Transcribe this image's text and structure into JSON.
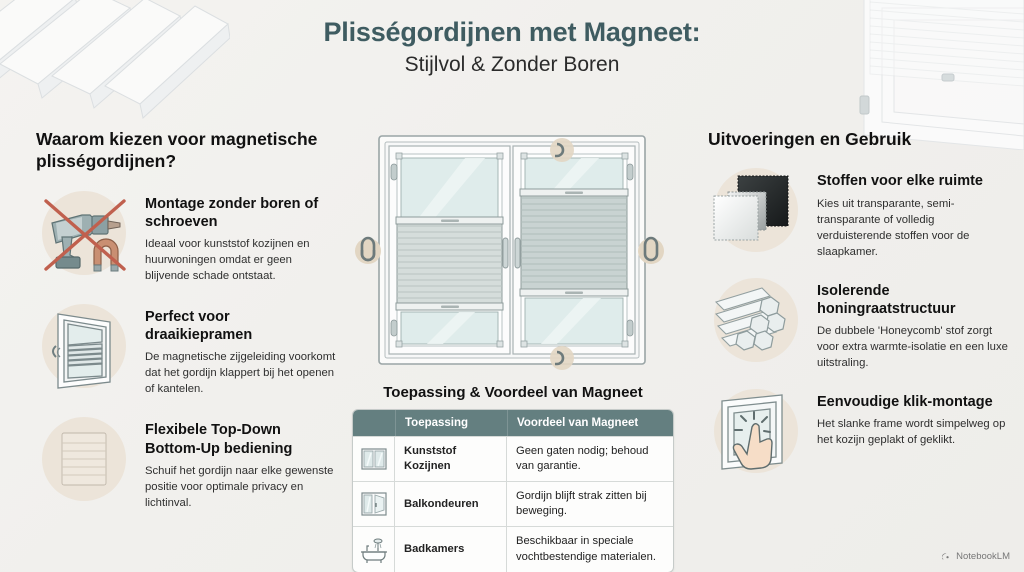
{
  "header": {
    "title": "Plisségordijnen met Magneet:",
    "subtitle": "Stijlvol & Zonder Boren",
    "title_color": "#3f5c61"
  },
  "left_column": {
    "heading": "Waarom kiezen voor magnetische plisségordijnen?",
    "features": [
      {
        "icon": "drill-no-drilling-icon",
        "title": "Montage zonder boren of schroeven",
        "body": "Ideaal voor kunststof kozijnen en huurwoningen omdat er geen blijvende schade ontstaat."
      },
      {
        "icon": "tilt-turn-window-icon",
        "title": "Perfect voor draaikiepramen",
        "body": "De magnetische zijgeleiding voorkomt dat het gordijn klappert bij het openen of kantelen."
      },
      {
        "icon": "top-down-bottom-up-icon",
        "title": "Flexibele Top-Down Bottom-Up bediening",
        "body": "Schuif het gordijn naar elke gewenste positie voor optimale privacy en lichtinval."
      }
    ]
  },
  "right_column": {
    "heading": "Uitvoeringen en Gebruik",
    "features": [
      {
        "icon": "fabric-swatches-icon",
        "title": "Stoffen voor elke ruimte",
        "body": "Kies uit transparante, semi-transparante of volledig verduisterende stoffen voor de slaapkamer."
      },
      {
        "icon": "honeycomb-structure-icon",
        "title": "Isolerende honingraatstructuur",
        "body": "De dubbele 'Honeycomb' stof zorgt voor extra warmte-isolatie en een luxe uitstraling."
      },
      {
        "icon": "click-mount-hand-icon",
        "title": "Eenvoudige klik-montage",
        "body": "Het slanke frame wordt simpelweg op het kozijn geplakt of geklikt."
      }
    ]
  },
  "center": {
    "illustration_name": "double-window-with-pleated-blinds",
    "magnet_badges": [
      "magnet-icon-left",
      "magnet-icon-right",
      "magnet-icon-top",
      "magnet-icon-bottom"
    ]
  },
  "table": {
    "title": "Toepassing & Voordeel van Magneet",
    "header_color": "#647f80",
    "columns": [
      "",
      "Toepassing",
      "Voordeel van Magneet"
    ],
    "rows": [
      {
        "icon": "plastic-window-icon",
        "use": "Kunststof Kozijnen",
        "advantage": "Geen gaten nodig; behoud van garantie."
      },
      {
        "icon": "balcony-door-icon",
        "use": "Balkondeuren",
        "advantage": "Gordijn blijft strak zitten bij beweging."
      },
      {
        "icon": "bathtub-icon",
        "use": "Badkamers",
        "advantage": "Beschikbaar in speciale vochtbestendige materialen."
      }
    ]
  },
  "watermark": {
    "label": "NotebookLM"
  }
}
